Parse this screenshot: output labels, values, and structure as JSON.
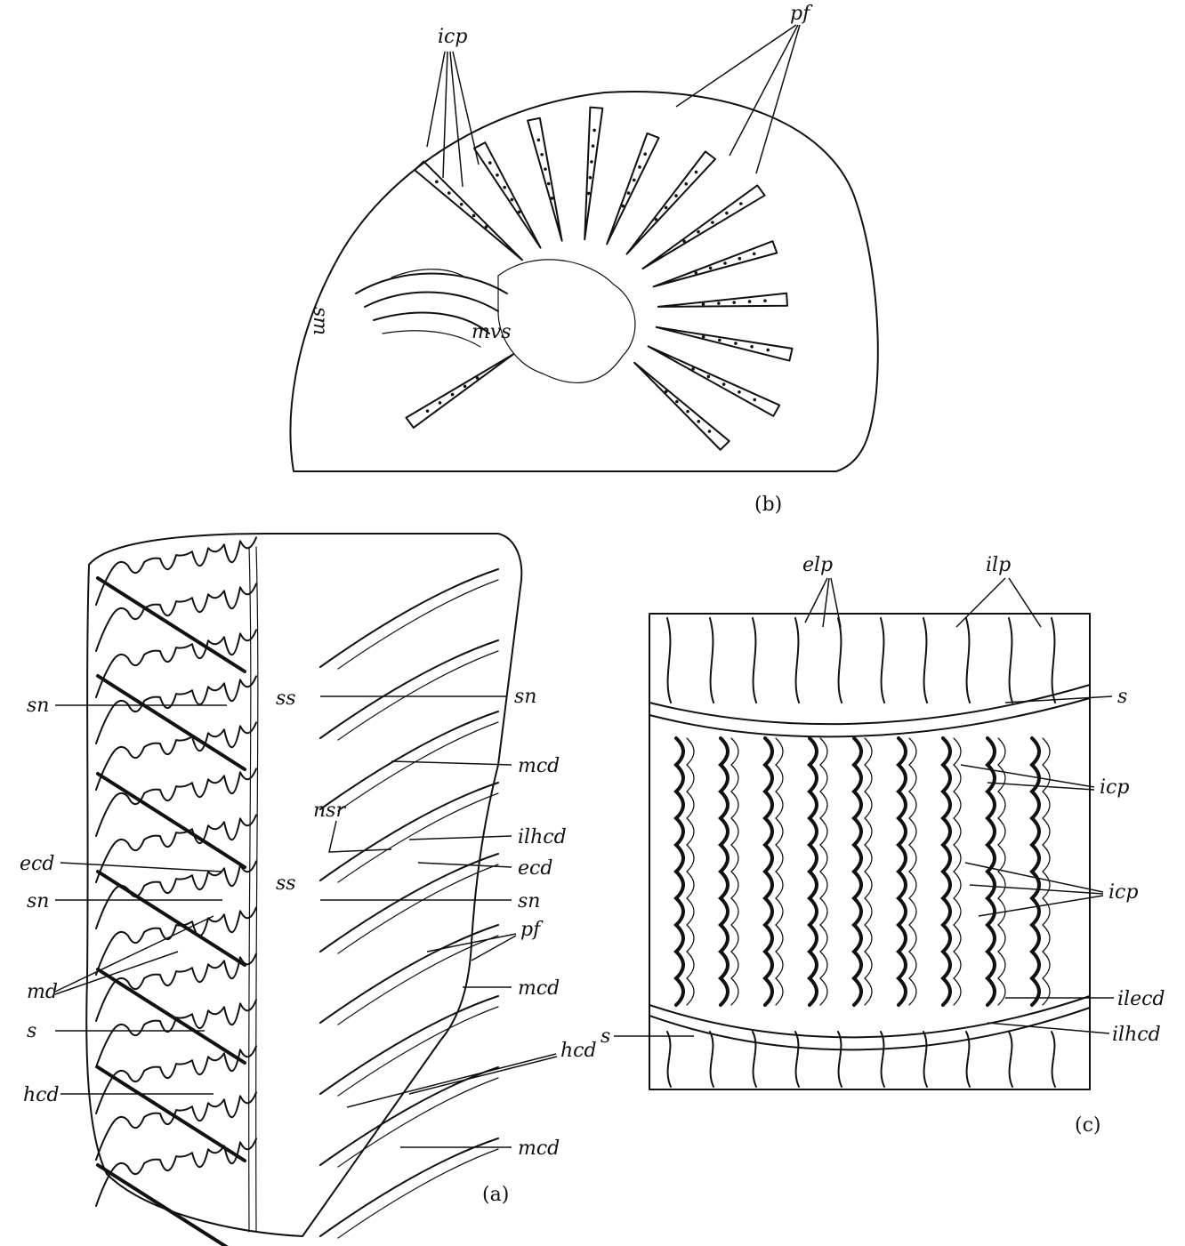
{
  "panels": {
    "a": {
      "caption": "(a)"
    },
    "b": {
      "caption": "(b)"
    },
    "c": {
      "caption": "(c)"
    }
  },
  "labels": {
    "b": {
      "icp": "icp",
      "pf": "pf",
      "mvs": "mvs",
      "sm": "sm"
    },
    "a": {
      "sn_left": "sn",
      "ss_top": "ss",
      "ecd_left": "ecd",
      "sn_left2": "sn",
      "ss_mid": "ss",
      "md": "md",
      "s": "s",
      "hcd_left": "hcd",
      "sn_right": "sn",
      "mcd_1": "mcd",
      "nsr": "nsr",
      "ilhcd": "ilhcd",
      "ecd_right": "ecd",
      "sn_right2": "sn",
      "pf": "pf",
      "mcd_2": "mcd",
      "hcd_right": "hcd",
      "mcd_3": "mcd"
    },
    "c": {
      "elp": "elp",
      "ilp": "ilp",
      "s_top": "s",
      "icp_1": "icp",
      "icp_2": "icp",
      "ilecd": "ilecd",
      "ilhcd": "ilhcd",
      "s_bottom": "s"
    }
  },
  "style": {
    "ink": "#111111",
    "paper": "#ffffff"
  }
}
